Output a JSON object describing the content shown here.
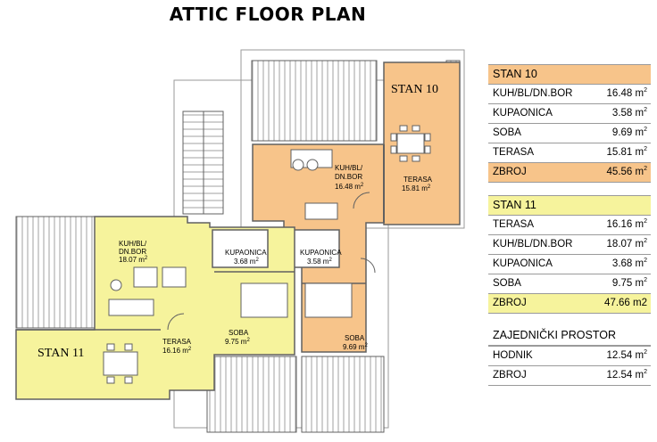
{
  "title": "ATTIC FLOOR PLAN",
  "colors": {
    "stan10": "#f7c48a",
    "stan11": "#f6f39c",
    "walls": "#606060"
  },
  "plan_labels": {
    "stan10": "STAN 10",
    "stan11": "STAN 11",
    "kuh10_a": "KUH/BL/",
    "kuh10_b": "DN.BOR",
    "kuh10_area": "16.48 m",
    "terasa10": "TERASA",
    "terasa10_area": "15.81 m",
    "kuh11_a": "KUH/BL/",
    "kuh11_b": "DN.BOR",
    "kuh11_area": "18.07 m",
    "kup11": "KUPAONICA",
    "kup11_area": "3.68 m",
    "kup10": "KUPAONICA",
    "kup10_area": "3.58 m",
    "soba11": "SOBA",
    "soba11_area": "9.75 m",
    "soba10": "SOBA",
    "soba10_area": "9.69 m",
    "terasa11": "TERASA",
    "terasa11_area": "16.16 m",
    "sq": "2"
  },
  "table": {
    "stan10": {
      "title": "STAN 10",
      "rows": [
        {
          "label": "KUH/BL/DN.BOR",
          "value": "16.48 m",
          "unit": "2"
        },
        {
          "label": "KUPAONICA",
          "value": "3.58 m",
          "unit": "2"
        },
        {
          "label": "SOBA",
          "value": "9.69 m",
          "unit": "2"
        },
        {
          "label": "TERASA",
          "value": "15.81 m",
          "unit": "2"
        }
      ],
      "total": {
        "label": "ZBROJ",
        "value": "45.56 m",
        "unit": "2"
      }
    },
    "stan11": {
      "title": "STAN 11",
      "rows": [
        {
          "label": "TERASA",
          "value": "16.16 m",
          "unit": "2"
        },
        {
          "label": "KUH/BL/DN.BOR",
          "value": "18.07 m",
          "unit": "2"
        },
        {
          "label": "KUPAONICA",
          "value": "3.68 m",
          "unit": "2"
        },
        {
          "label": "SOBA",
          "value": "9.75 m",
          "unit": "2"
        }
      ],
      "total": {
        "label": "ZBROJ",
        "value": "47.66 m2",
        "unit": ""
      }
    },
    "shared": {
      "title": "ZAJEDNIČKI PROSTOR",
      "rows": [
        {
          "label": "HODNIK",
          "value": "12.54 m",
          "unit": "2"
        },
        {
          "label": "ZBROJ",
          "value": "12.54 m",
          "unit": "2"
        }
      ]
    }
  }
}
